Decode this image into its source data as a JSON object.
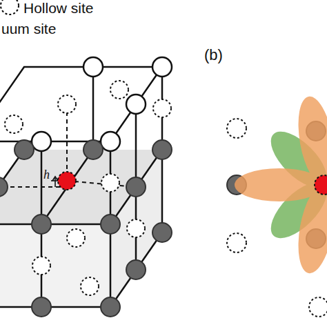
{
  "diagram": {
    "labels": [
      "(b)",
      "h"
    ],
    "legend": [
      {
        "text": "Hollow site"
      },
      {
        "text": "uum site"
      }
    ]
  }
}
